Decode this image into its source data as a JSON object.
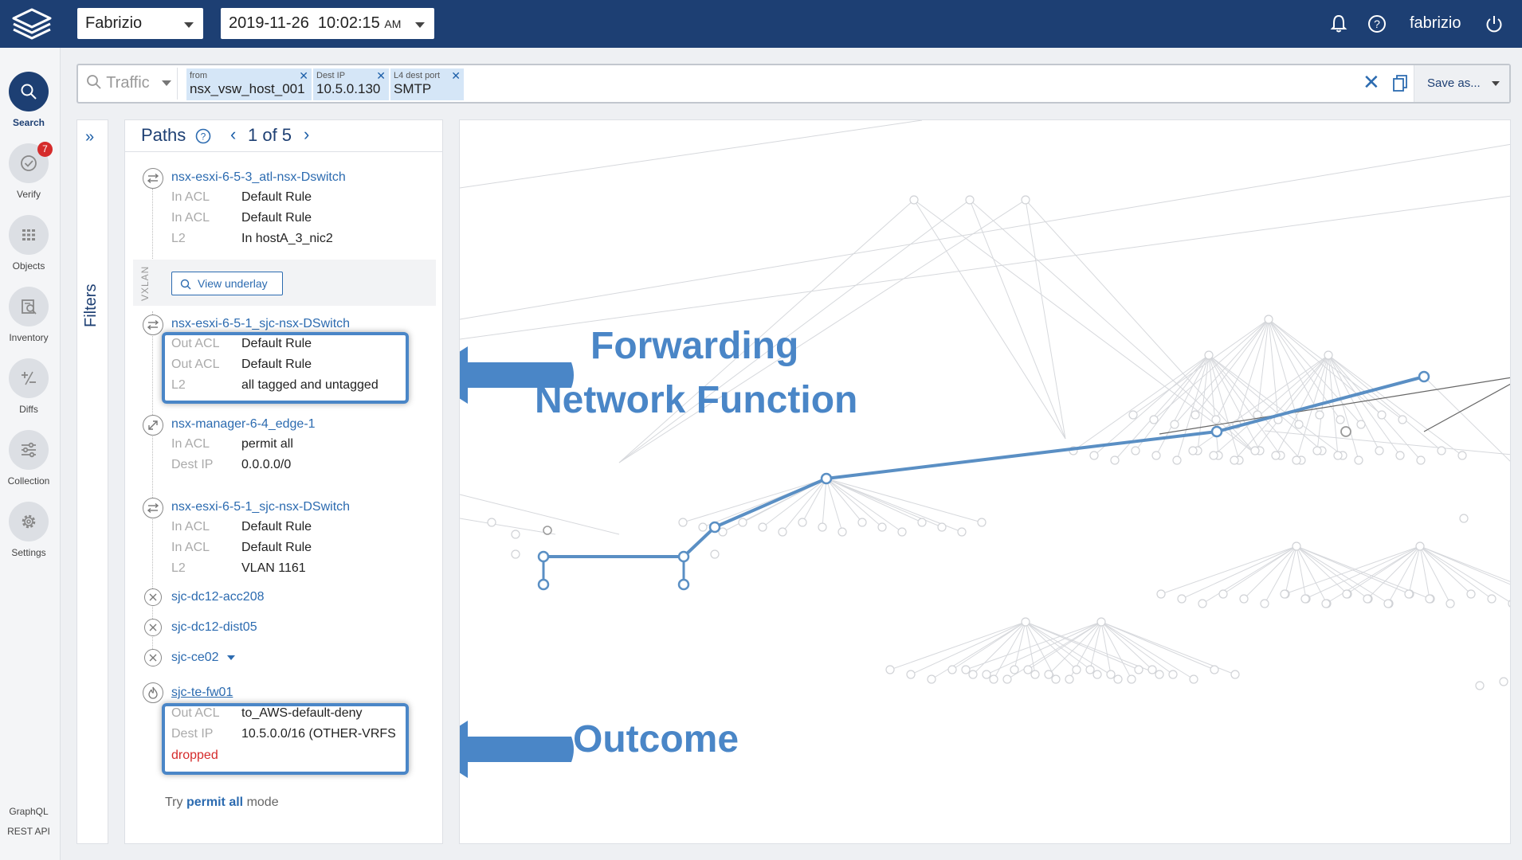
{
  "header": {
    "user_dropdown": "Fabrizio",
    "datetime": "2019-11-26  10:02:15",
    "ampm": "AM",
    "username": "fabrizio",
    "icons": [
      "bell-icon",
      "help-icon",
      "power-icon"
    ]
  },
  "nav": {
    "search": "Search",
    "verify": "Verify",
    "verify_badge": "7",
    "objects": "Objects",
    "inventory": "Inventory",
    "diffs": "Diffs",
    "collection": "Collection",
    "settings": "Settings",
    "graphql": "GraphQL",
    "rest_api": "REST API"
  },
  "search": {
    "mode": "Traffic",
    "chips": [
      {
        "key": "from",
        "value": "nsx_vsw_host_001"
      },
      {
        "key": "Dest IP",
        "value": "10.5.0.130"
      },
      {
        "key": "L4 dest port",
        "value": "SMTP"
      }
    ],
    "save_as": "Save as..."
  },
  "filters": {
    "label": "Filters"
  },
  "paths": {
    "title": "Paths",
    "page": "1 of 5",
    "hops": [
      {
        "name": "nsx-esxi-6-5-3_atl-nsx-Dswitch",
        "icon": "switch-icon",
        "attrs": [
          {
            "k": "In ACL",
            "v": "Default Rule"
          },
          {
            "k": "In ACL",
            "v": "Default Rule"
          },
          {
            "k": "L2",
            "v": "In hostA_3_nic2"
          }
        ]
      },
      {
        "name": "nsx-esxi-6-5-1_sjc-nsx-DSwitch",
        "icon": "switch-icon",
        "attrs": [
          {
            "k": "Out ACL",
            "v": "Default Rule"
          },
          {
            "k": "Out ACL",
            "v": "Default Rule"
          },
          {
            "k": "L2",
            "v": "all tagged and untagged"
          }
        ]
      },
      {
        "name": "nsx-manager-6-4_edge-1",
        "icon": "edge-icon",
        "attrs": [
          {
            "k": "In ACL",
            "v": "permit all"
          },
          {
            "k": "Dest IP",
            "v": "0.0.0.0/0"
          }
        ]
      },
      {
        "name": "nsx-esxi-6-5-1_sjc-nsx-DSwitch",
        "icon": "switch-icon",
        "attrs": [
          {
            "k": "In ACL",
            "v": "Default Rule"
          },
          {
            "k": "In ACL",
            "v": "Default Rule"
          },
          {
            "k": "L2",
            "v": "VLAN 1161"
          }
        ]
      },
      {
        "name": "sjc-dc12-acc208",
        "icon": "router-icon",
        "attrs": []
      },
      {
        "name": "sjc-dc12-dist05",
        "icon": "router-icon",
        "attrs": []
      },
      {
        "name": "sjc-ce02",
        "icon": "router-icon",
        "attrs": []
      },
      {
        "name": "sjc-te-fw01",
        "icon": "firewall-icon",
        "attrs": [
          {
            "k": "Out ACL",
            "v": "to_AWS-default-deny"
          },
          {
            "k": "Dest IP",
            "v": "10.5.0.0/16 (OTHER-VRFS"
          }
        ],
        "outcome": "dropped"
      }
    ],
    "vxlan_label": "VXLAN",
    "view_underlay": "View underlay",
    "try_prefix": "Try",
    "try_link": "permit all",
    "try_suffix": "mode"
  },
  "annotations": {
    "forwarding": "Forwarding",
    "network_function": "Network Function",
    "outcome": "Outcome"
  },
  "colors": {
    "topbar": "#1d3f73",
    "accent": "#2c6bb0",
    "callout": "#4a86c7",
    "dropped": "#d52b2b"
  }
}
